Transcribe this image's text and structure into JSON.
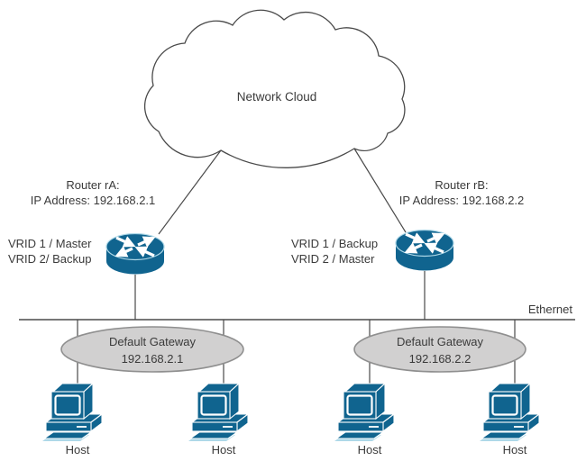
{
  "diagram": {
    "cloud": {
      "label": "Network Cloud"
    },
    "router_a": {
      "title": "Router rA:",
      "ip": "IP Address: 192.168.2.1",
      "vrid1": "VRID 1 / Master",
      "vrid2": "VRID 2/ Backup"
    },
    "router_b": {
      "title": "Router rB:",
      "ip": "IP Address: 192.168.2.2",
      "vrid1": "VRID 1 / Backup",
      "vrid2": "VRID 2 / Master"
    },
    "ethernet_label": "Ethernet",
    "gateway_left": {
      "line1": "Default Gateway",
      "line2": "192.168.2.1"
    },
    "gateway_right": {
      "line1": "Default Gateway",
      "line2": "192.168.2.2"
    },
    "hosts": [
      "Host",
      "Host",
      "Host",
      "Host"
    ],
    "icons": {
      "router_a": "router-icon",
      "router_b": "router-icon",
      "hosts": "workstation-icon",
      "cloud": "network-cloud-shape"
    },
    "colors": {
      "device": "#10648f",
      "device_accent": "#aed8e8",
      "gateway_fill": "#d1d0d0",
      "gateway_stroke": "#8f8f8f",
      "line": "#4a4a4a",
      "text": "#3a3a3a"
    }
  }
}
